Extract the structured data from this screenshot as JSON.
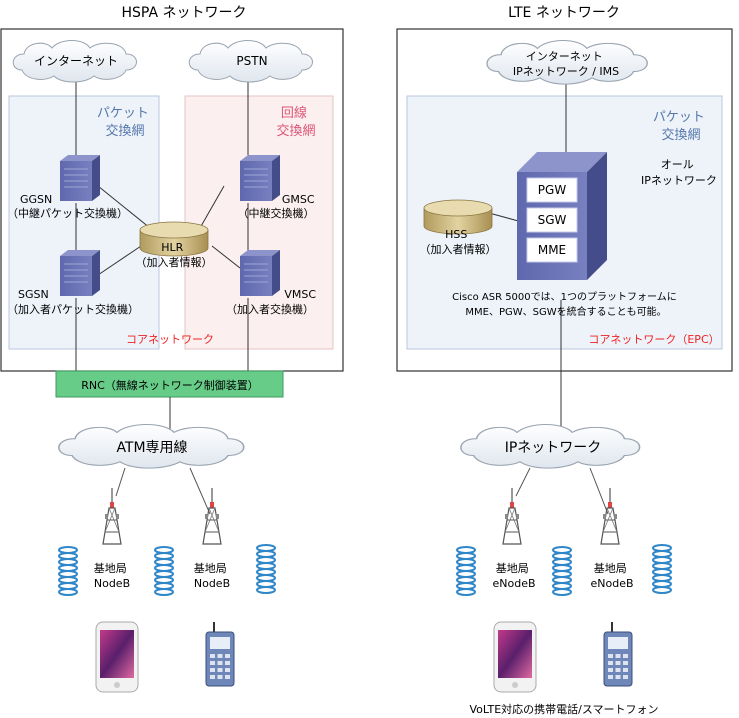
{
  "hspa": {
    "title": "HSPA ネットワーク",
    "internet": "インターネット",
    "pstn": "PSTN",
    "packet_label": [
      "パケット",
      "交換網"
    ],
    "circuit_label": [
      "回線",
      "交換網"
    ],
    "ggsn": [
      "GGSN",
      "（中継パケット交換機）"
    ],
    "sgsn": [
      "SGSN",
      "（加入者パケット交換機）"
    ],
    "gmsc": [
      "GMSC",
      "（中継交換機）"
    ],
    "vmsc": [
      "VMSC",
      "（加入者交換機）"
    ],
    "hlr": [
      "HLR",
      "（加入者情報）"
    ],
    "core_label": "コアネットワーク",
    "rnc": "RNC（無線ネットワーク制御装置）",
    "atm": "ATM専用線",
    "base1": [
      "基地局",
      "NodeB"
    ],
    "base2": [
      "基地局",
      "NodeB"
    ]
  },
  "lte": {
    "title": "LTE ネットワーク",
    "internet": [
      "インターネット",
      "IPネットワーク / IMS"
    ],
    "packet_label": [
      "パケット",
      "交換網"
    ],
    "all_ip": [
      "オール",
      "IPネットワーク"
    ],
    "hss": [
      "HSS",
      "（加入者情報）"
    ],
    "pgw": "PGW",
    "sgw": "SGW",
    "mme": "MME",
    "cisco_note": [
      "Cisco ASR 5000では、1つのプラットフォームに",
      "MME、PGW、SGWを統合することも可能。"
    ],
    "core_label": "コアネットワーク（EPC）",
    "ip_cloud": "IPネットワーク",
    "base1": [
      "基地局",
      "eNodeB"
    ],
    "base2": [
      "基地局",
      "eNodeB"
    ],
    "phone_caption": "VoLTE対応の携帯電話/スマートフォン"
  },
  "colors": {
    "packet_label": "#5577aa",
    "circuit_label": "#dd5577",
    "core_label": "#ee2222",
    "rnc_fill": "#66cc88",
    "server": "#6a73b5",
    "disk": "#c7b27a"
  }
}
